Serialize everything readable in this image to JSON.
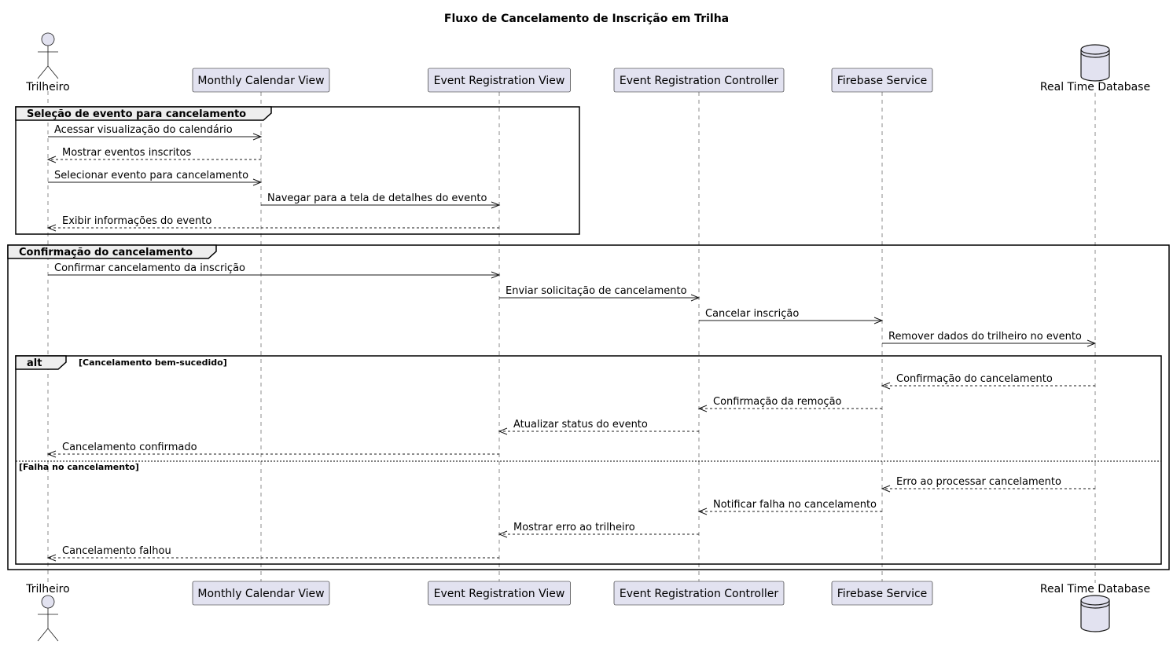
{
  "title": "Fluxo de Cancelamento de Inscrição em Trilha",
  "participants": [
    {
      "kind": "actor",
      "name": "Trilheiro"
    },
    {
      "kind": "box",
      "name": "Monthly Calendar View"
    },
    {
      "kind": "box",
      "name": "Event Registration View"
    },
    {
      "kind": "box",
      "name": "Event Registration Controller"
    },
    {
      "kind": "box",
      "name": "Firebase Service"
    },
    {
      "kind": "database",
      "name": "Real Time Database"
    }
  ],
  "groups": [
    {
      "type": "group",
      "label": "Seleção de evento para cancelamento"
    },
    {
      "type": "group",
      "label": "Confirmação do cancelamento"
    },
    {
      "type": "alt",
      "label": "alt",
      "guards": [
        "[Cancelamento bem-sucedido]",
        "[Falha no cancelamento]"
      ]
    }
  ],
  "messages": [
    {
      "from": 0,
      "to": 1,
      "text": "Acessar visualização do calendário",
      "style": "solid"
    },
    {
      "from": 1,
      "to": 0,
      "text": "Mostrar eventos inscritos",
      "style": "dashed"
    },
    {
      "from": 0,
      "to": 1,
      "text": "Selecionar evento para cancelamento",
      "style": "solid"
    },
    {
      "from": 1,
      "to": 2,
      "text": "Navegar para a tela de detalhes do evento",
      "style": "solid"
    },
    {
      "from": 2,
      "to": 0,
      "text": "Exibir informações do evento",
      "style": "dashed"
    },
    {
      "from": 0,
      "to": 2,
      "text": "Confirmar cancelamento da inscrição",
      "style": "solid"
    },
    {
      "from": 2,
      "to": 3,
      "text": "Enviar solicitação de cancelamento",
      "style": "solid"
    },
    {
      "from": 3,
      "to": 4,
      "text": "Cancelar inscrição",
      "style": "solid"
    },
    {
      "from": 4,
      "to": 5,
      "text": "Remover dados do trilheiro no evento",
      "style": "solid"
    },
    {
      "from": 5,
      "to": 4,
      "text": "Confirmação do cancelamento",
      "style": "dashed"
    },
    {
      "from": 4,
      "to": 3,
      "text": "Confirmação da remoção",
      "style": "dashed"
    },
    {
      "from": 3,
      "to": 2,
      "text": "Atualizar status do evento",
      "style": "dashed"
    },
    {
      "from": 2,
      "to": 0,
      "text": "Cancelamento confirmado",
      "style": "dashed"
    },
    {
      "from": 5,
      "to": 4,
      "text": "Erro ao processar cancelamento",
      "style": "dashed"
    },
    {
      "from": 4,
      "to": 3,
      "text": "Notificar falha no cancelamento",
      "style": "dashed"
    },
    {
      "from": 3,
      "to": 2,
      "text": "Mostrar erro ao trilheiro",
      "style": "dashed"
    },
    {
      "from": 2,
      "to": 0,
      "text": "Cancelamento falhou",
      "style": "dashed"
    }
  ]
}
